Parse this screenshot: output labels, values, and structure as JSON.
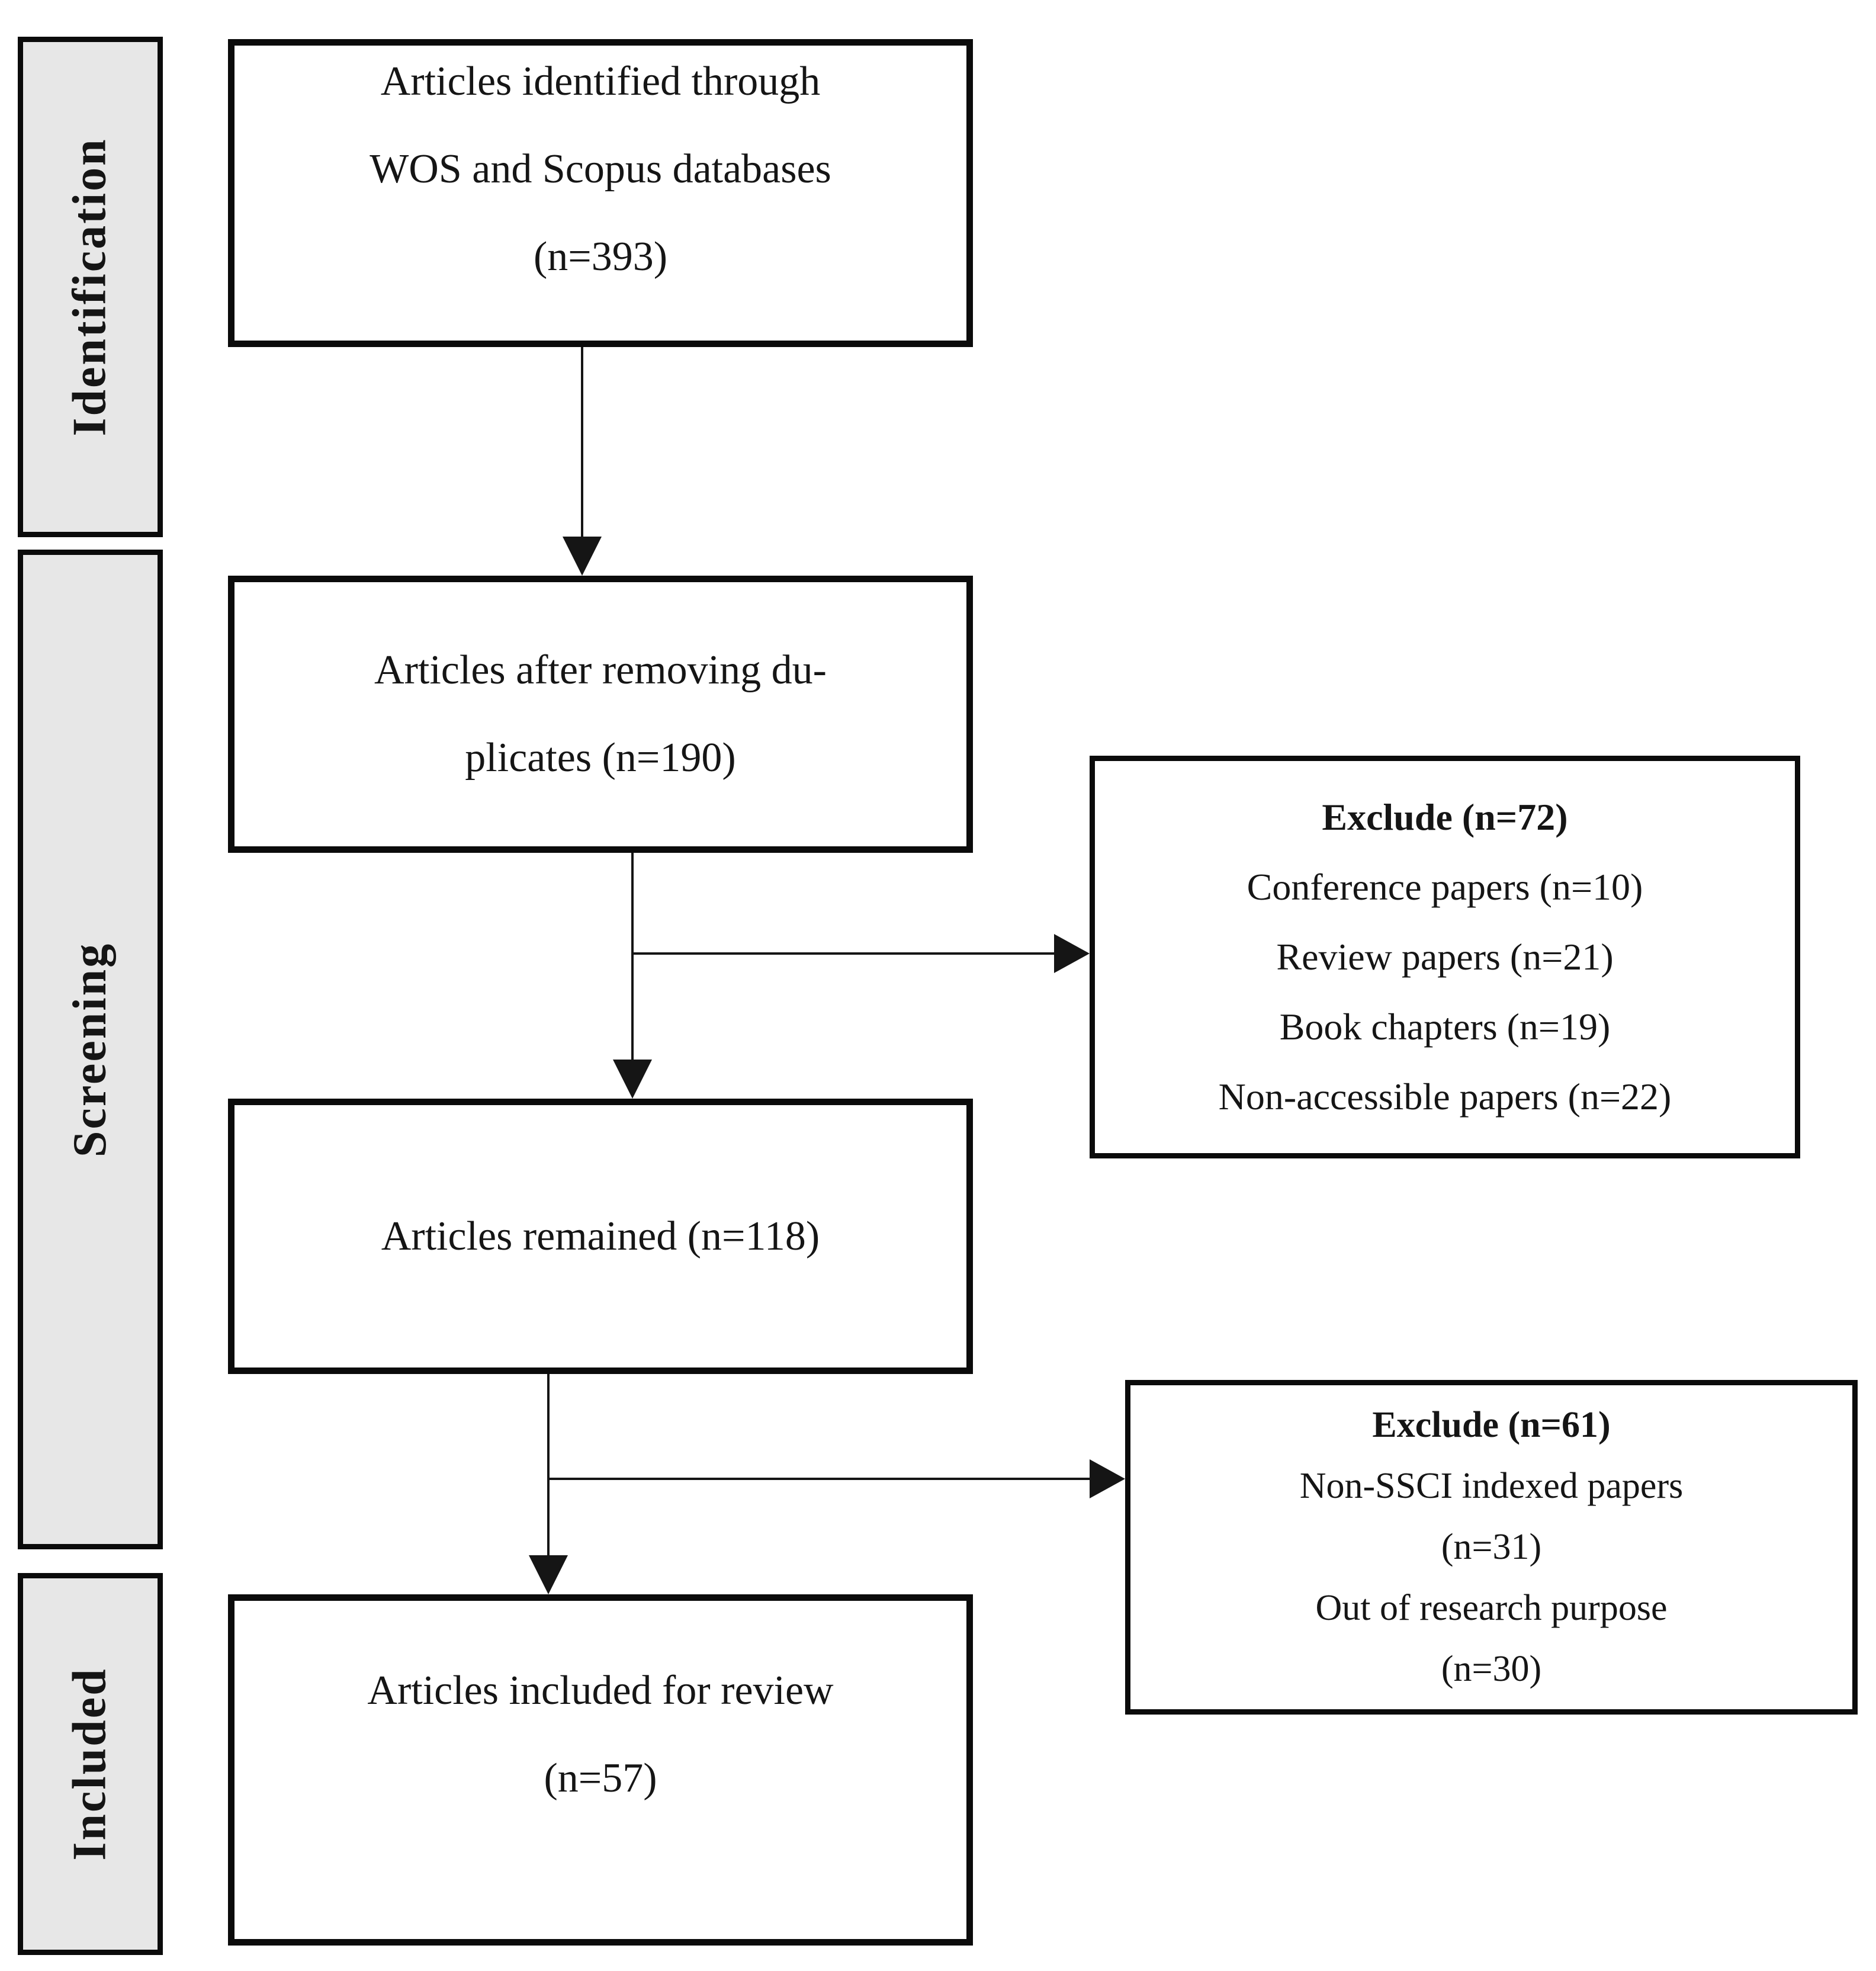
{
  "colors": {
    "background": "#ffffff",
    "box_border": "#0b0b0b",
    "sidebar_fill": "#e7e7e7",
    "text": "#151515",
    "arrow": "#151515"
  },
  "sidebar": {
    "identification": {
      "label": "Identification"
    },
    "screening": {
      "label": "Screening"
    },
    "included": {
      "label": "Included"
    }
  },
  "flow": {
    "box1": {
      "lines": [
        "Articles identified through",
        "WOS and Scopus databases",
        "(n=393)"
      ]
    },
    "box2": {
      "lines": [
        "Articles after removing du-",
        "plicates (n=190)"
      ]
    },
    "box3": {
      "lines": [
        "Articles remained (n=118)"
      ]
    },
    "box4": {
      "lines": [
        "Articles included for review",
        "(n=57)"
      ]
    }
  },
  "exclusions": {
    "ex1": {
      "title": "Exclude (n=72)",
      "items": [
        "Conference papers (n=10)",
        "Review papers (n=21)",
        "Book chapters (n=19)",
        "Non-accessible papers (n=22)"
      ]
    },
    "ex2": {
      "title": "Exclude (n=61)",
      "items": [
        "Non-SSCI indexed papers",
        "(n=31)",
        "Out of research purpose",
        "(n=30)"
      ]
    }
  }
}
